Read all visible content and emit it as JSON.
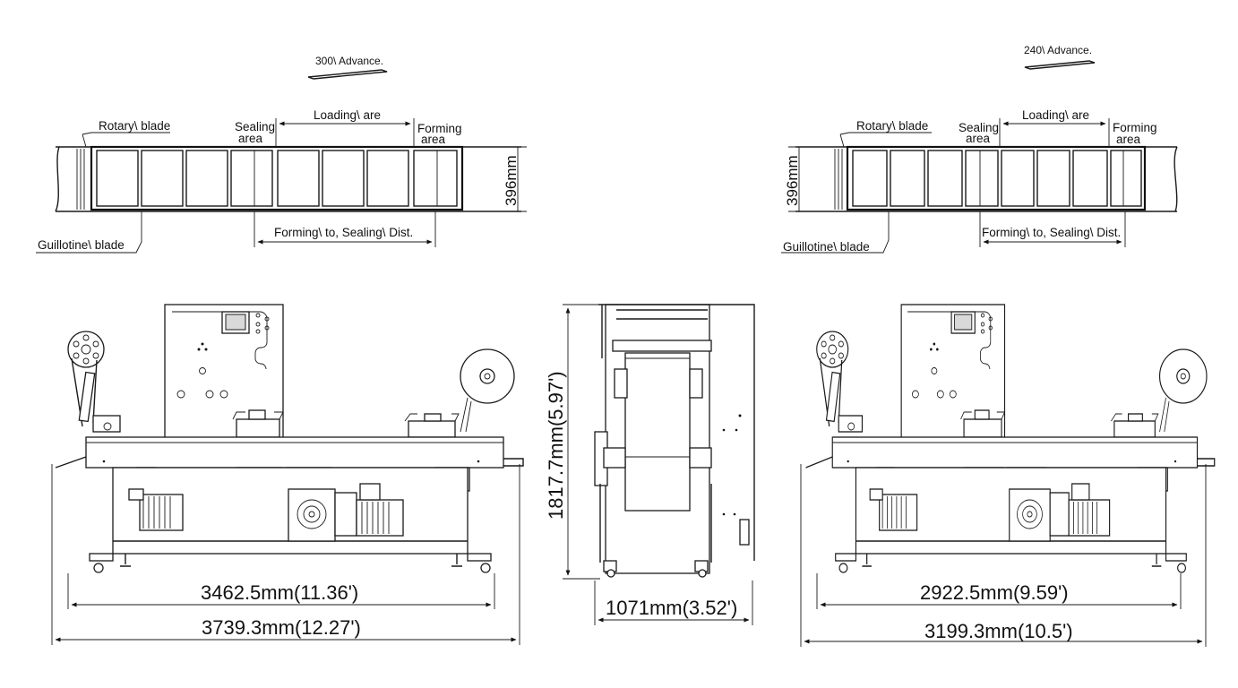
{
  "left_strip": {
    "advance": "300\\ Advance.",
    "rotary_blade": "Rotary\\ blade",
    "sealing_area": [
      "Sealing",
      "area"
    ],
    "loading_area": "Loading\\ are",
    "forming_area": [
      "Forming",
      "area"
    ],
    "guillotine_blade": "Guillotine\\ blade",
    "forming_to_sealing": "Forming\\ to, Sealing\\ Dist.",
    "width_dim": "396mm"
  },
  "right_strip": {
    "advance": "240\\ Advance.",
    "rotary_blade": "Rotary\\ blade",
    "sealing_area": [
      "Sealing",
      "area"
    ],
    "loading_area": "Loading\\ are",
    "forming_area": [
      "Forming",
      "area"
    ],
    "guillotine_blade": "Guillotine\\ blade",
    "forming_to_sealing": "Forming\\ to, Sealing\\ Dist.",
    "width_dim": "396mm"
  },
  "left_machine": {
    "inner_length": "3462.5mm(11.36')",
    "overall_length": "3739.3mm(12.27')"
  },
  "side_view": {
    "height": "1817.7mm(5.97')",
    "width": "1071mm(3.52')"
  },
  "right_machine": {
    "inner_length": "2922.5mm(9.59')",
    "overall_length": "3199.3mm(10.5')"
  }
}
